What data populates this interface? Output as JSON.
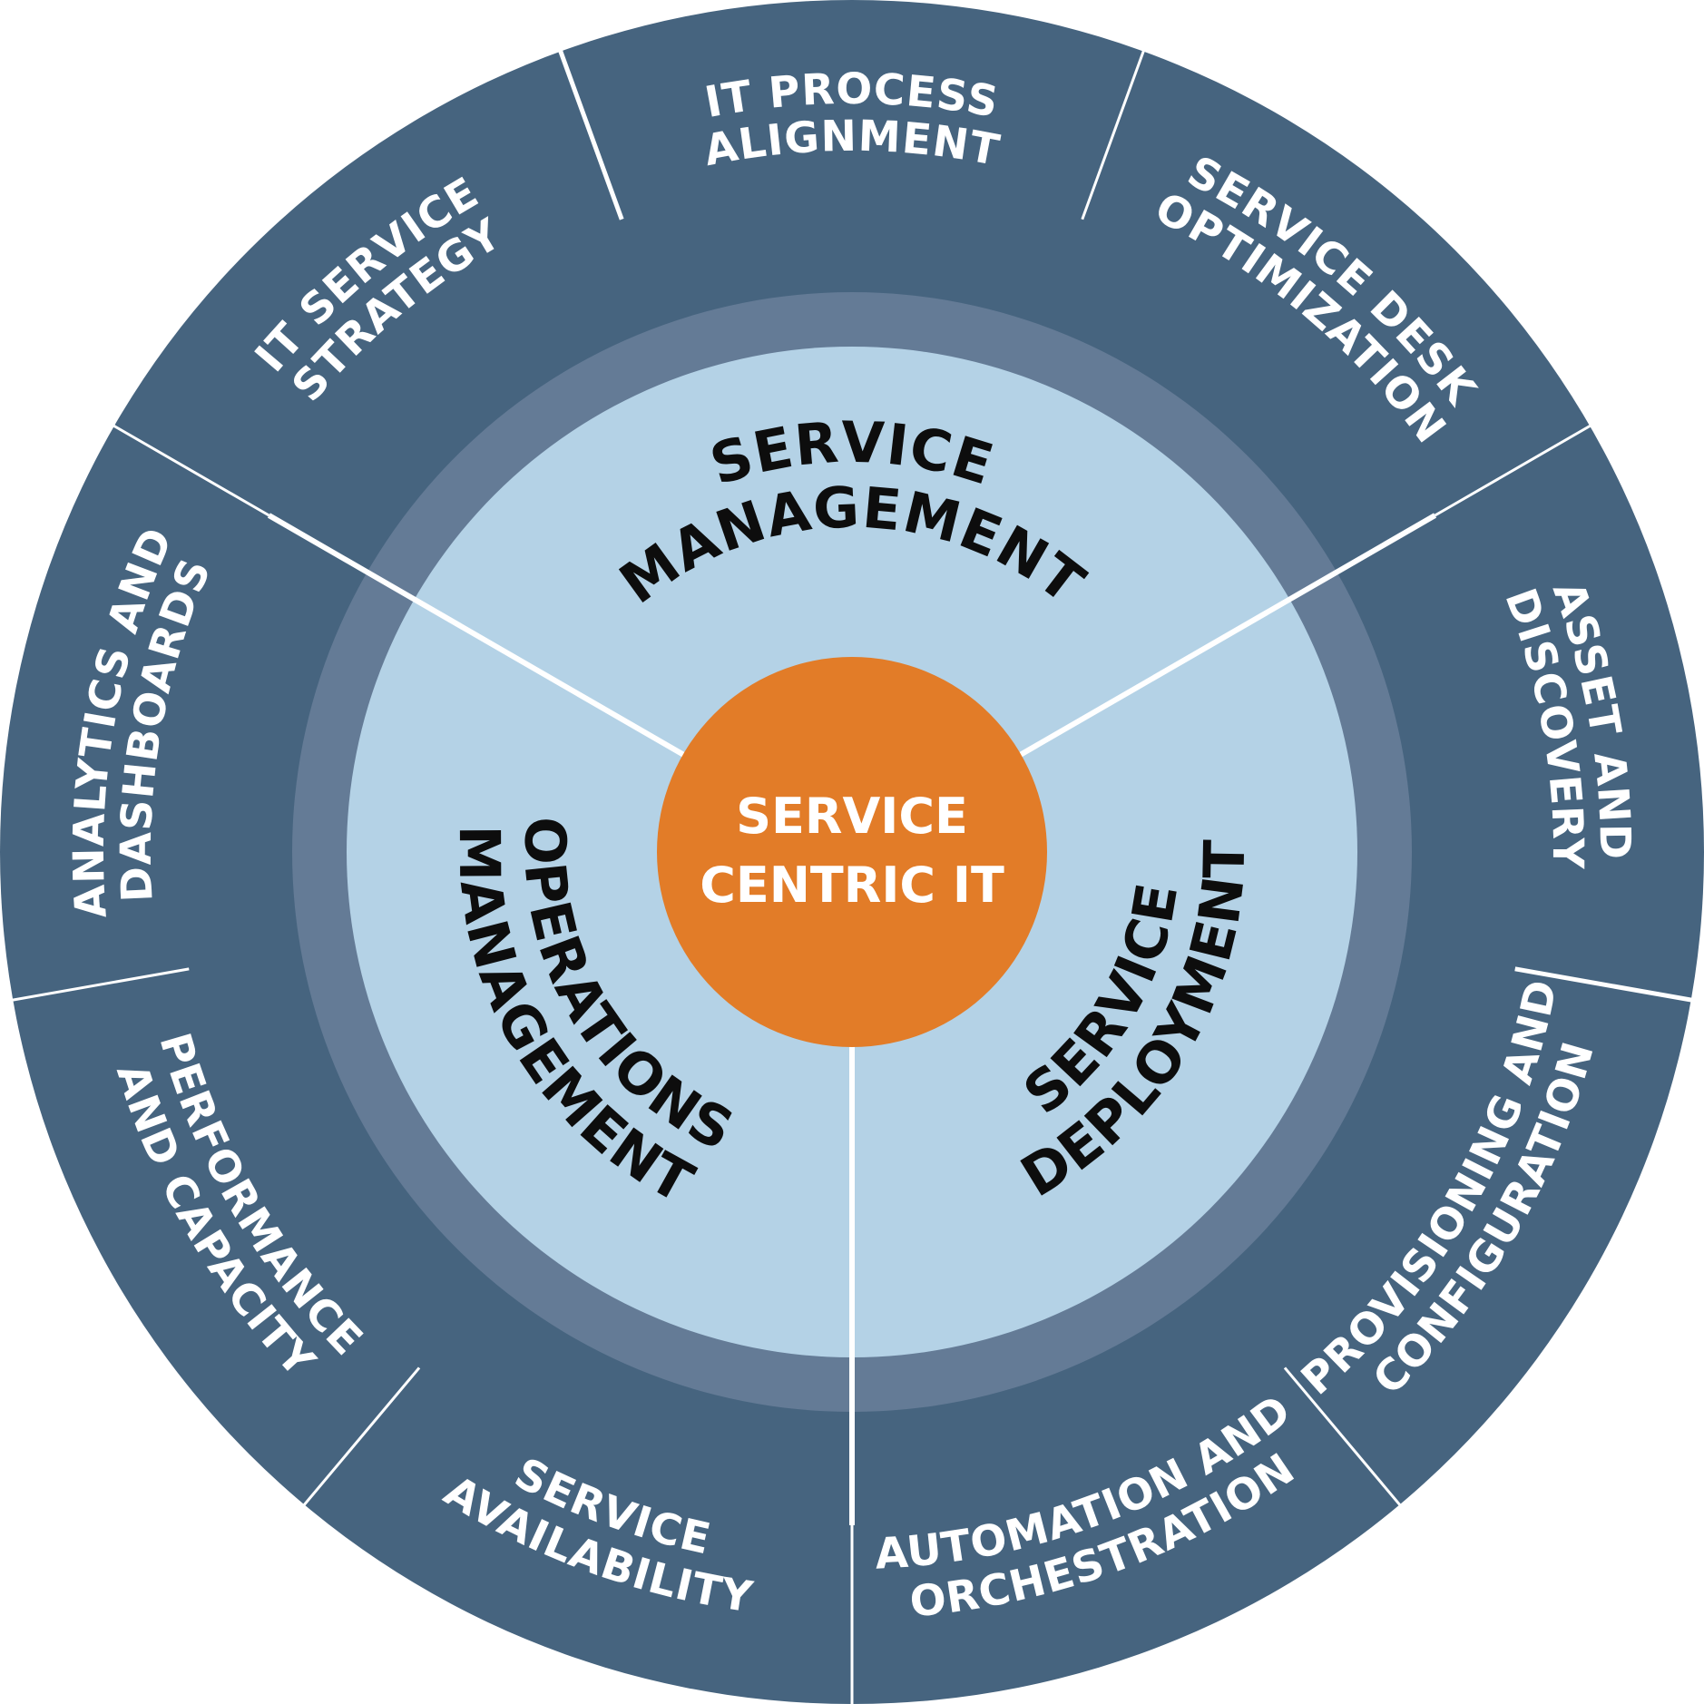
{
  "colors": {
    "outer_ring": "#46647f",
    "band": "#647b96",
    "inner_ring": "#b4d2e6",
    "center": "#e27c28",
    "divider": "#ffffff"
  },
  "center": {
    "line1": "SERVICE",
    "line2": "CENTRIC IT"
  },
  "inner_sections": [
    {
      "lines": [
        "SERVICE",
        "MANAGEMENT"
      ]
    },
    {
      "lines": [
        "SERVICE",
        "DEPLOYMENT"
      ]
    },
    {
      "lines": [
        "OPERATIONS",
        "MANAGEMENT"
      ]
    }
  ],
  "outer_sections": [
    {
      "lines": [
        "IT PROCESS",
        "ALIGNMENT"
      ]
    },
    {
      "lines": [
        "SERVICE DESK",
        "OPTIMIZATION"
      ]
    },
    {
      "lines": [
        "ASSET AND",
        "DISCOVERY"
      ]
    },
    {
      "lines": [
        "PROVISIONING AND",
        "CONFIGURATION"
      ]
    },
    {
      "lines": [
        "AUTOMATION AND",
        "ORCHESTRATION"
      ]
    },
    {
      "lines": [
        "SERVICE",
        "AVAILABILITY"
      ]
    },
    {
      "lines": [
        "PERFORMANCE",
        "AND CAPACITY"
      ]
    },
    {
      "lines": [
        "ANALYTICS AND",
        "DASHBOARDS"
      ]
    },
    {
      "lines": [
        "IT SERVICE",
        "STRATEGY"
      ]
    }
  ]
}
